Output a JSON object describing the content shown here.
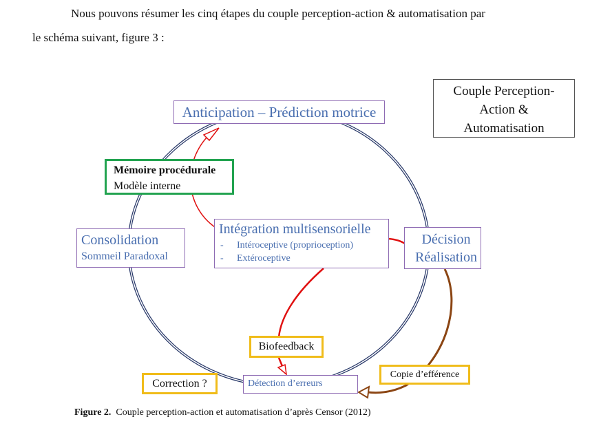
{
  "document": {
    "paragraph_line1": "Nous pouvons résumer les cinq étapes du couple perception-action & automatisation par",
    "paragraph_line2": "le schéma suivant, figure 3 :"
  },
  "diagram": {
    "title_box": [
      "Couple Perception-",
      "Action &",
      "Automatisation"
    ],
    "anticipation": "Anticipation – Prédiction motrice",
    "memoire": {
      "title": "Mémoire procédurale",
      "subtitle": "Modèle interne"
    },
    "consolidation": {
      "title": "Consolidation",
      "subtitle": "Sommeil Paradoxal"
    },
    "integration": {
      "title": "Intégration multisensorielle",
      "items": [
        {
          "bullet": "-",
          "text": "Intéroceptive (proprioception)"
        },
        {
          "bullet": "-",
          "text": "Extéroceptive"
        }
      ]
    },
    "decision": [
      "Décision",
      "Réalisation"
    ],
    "biofeedback": "Biofeedback",
    "detection": "Détection d’erreurs",
    "correction": "Correction ?",
    "copie": "Copie d’efférence",
    "colors": {
      "process_border": "#8e6bb3",
      "process_text": "#4a6fb0",
      "memory_border": "#22a350",
      "label_border": "#f0bc1a",
      "cycle": "#2a3a6a",
      "feedback_arrow": "#e01010",
      "efference_arrow": "#8b4513"
    }
  },
  "caption": {
    "label": "Figure 2.",
    "text": "Couple perception-action et automatisation d’après Censor (2012)"
  }
}
